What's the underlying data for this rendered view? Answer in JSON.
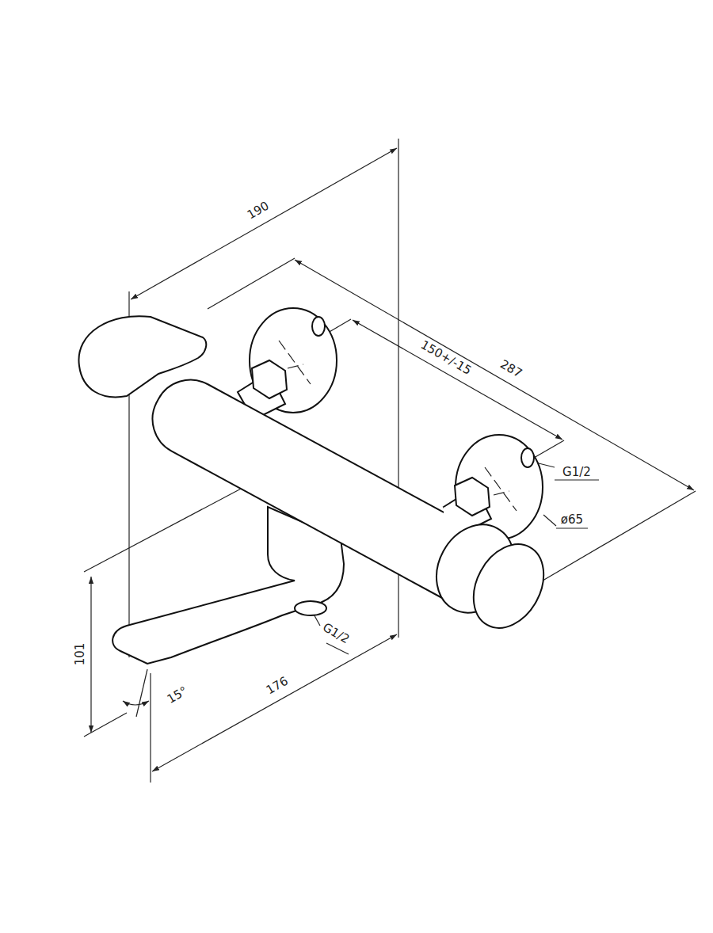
{
  "diagram": {
    "labels": [
      "190",
      "287",
      "150+/-15",
      "G1/2",
      "ø65",
      "101",
      "15°",
      "176",
      "G1/2"
    ]
  }
}
